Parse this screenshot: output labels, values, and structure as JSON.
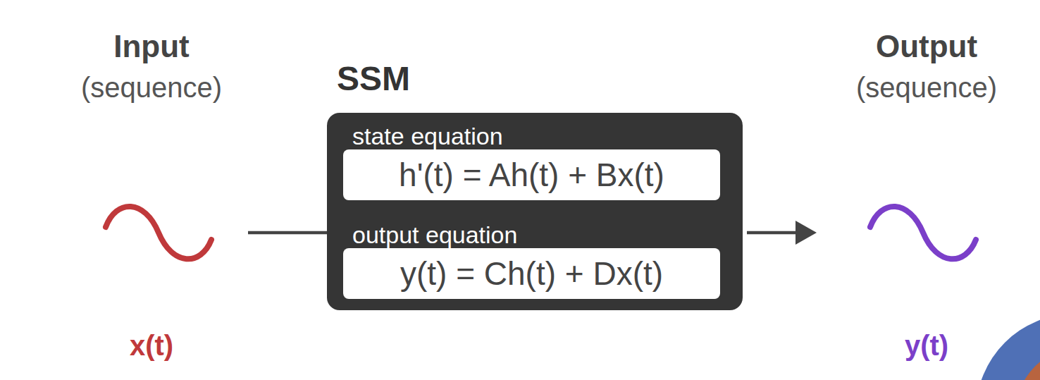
{
  "diagram": {
    "nodes": [
      {
        "text": [
          "Input",
          "(sequence)",
          "x(t)"
        ]
      },
      {
        "text": [
          "SSM"
        ]
      },
      {
        "text": [
          "state equation",
          "h'(t) = Ah(t) + Bx(t)"
        ],
        "in": 1
      },
      {
        "text": [
          "output equation",
          "y(t) = Ch(t) + Dx(t)"
        ],
        "in": 1
      },
      {
        "text": [
          "Output",
          "(sequence)",
          "y(t)"
        ]
      }
    ],
    "edges": [
      {
        "from": 0,
        "to": 1,
        "arrow": "none"
      },
      {
        "from": 1,
        "to": 4,
        "arrow": "to"
      }
    ]
  }
}
